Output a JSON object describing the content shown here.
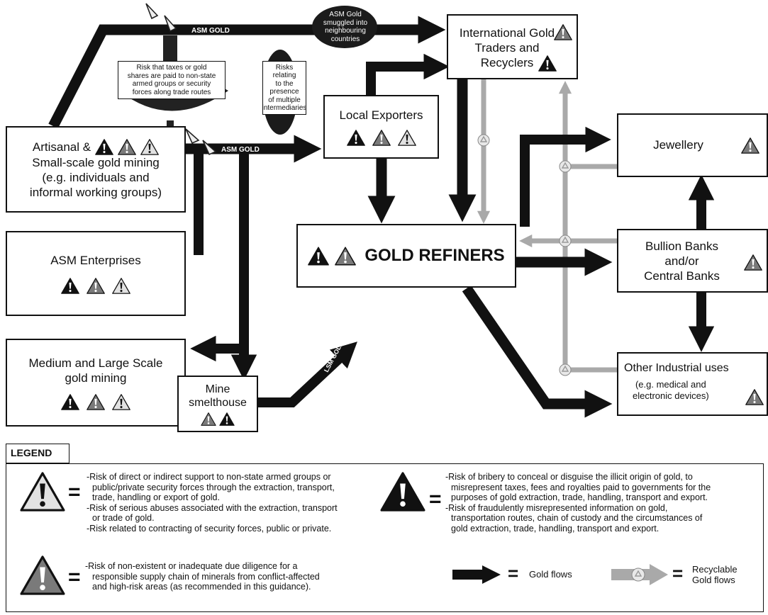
{
  "nodes": {
    "asm_mining": [
      "Artisanal &",
      "Small-scale gold mining",
      "(e.g. individuals and",
      "informal working groups)"
    ],
    "asm_enterprises": "ASM Enterprises",
    "medium_large": [
      "Medium and Large Scale",
      "gold mining"
    ],
    "smelthouse": [
      "Mine",
      "smelthouse"
    ],
    "local_exporters": "Local Exporters",
    "international": [
      "International Gold",
      "Traders and",
      "Recyclers"
    ],
    "refiners": "GOLD REFINERS",
    "jewellery": "Jewellery",
    "bullion": [
      "Bullion Banks",
      "and/or",
      "Central Banks"
    ],
    "industrial": "Other Industrial uses",
    "industrial_sub": [
      "(e.g. medical and",
      "electronic devices)"
    ]
  },
  "flow_labels": {
    "asm_gold_top": "ASM GOLD",
    "asm_gold_mid": "ASM GOLD",
    "lsm_gold": "LSM GOLD"
  },
  "risk_notes": {
    "taxes": [
      "Risk that taxes or gold",
      "shares are paid to non-state",
      "armed groups or security",
      "forces along trade routes"
    ],
    "intermediaries": [
      "Risks",
      "relating",
      "to the",
      "presence",
      "of multiple",
      "intermediaries"
    ],
    "smuggled": [
      "ASM Gold",
      "smuggled into",
      "neighbouring",
      "countries"
    ]
  },
  "legend": {
    "title": "LEGEND",
    "light_risk": [
      "-Risk of direct or indirect support to non-state armed groups or",
      "public/private security forces through the extraction, transport,",
      "trade, handling or export of gold.",
      "-Risk of serious abuses associated with the extraction, transport",
      "or trade of gold.",
      "-Risk related to contracting of security forces, public or private."
    ],
    "dark_risk": [
      "-Risk of bribery to conceal or disguise the illicit origin of gold, to",
      "misrepresent taxes, fees and royalties paid to governments for the",
      "purposes of gold extraction, trade, handling, transport and export.",
      "-Risk of fraudulently misrepresented information on gold,",
      "transportation routes, chain of custody and the circumstances of",
      "gold extraction, trade, handling, transport and export."
    ],
    "grey_risk": [
      "-Risk of non-existent or inadequate due diligence for a",
      "responsible supply chain of minerals from conflict-affected",
      "and high-risk areas (as recommended in this guidance)."
    ],
    "equals": "=",
    "gold_flows": "Gold flows",
    "recyclable": [
      "Recyclable",
      "Gold flows"
    ]
  },
  "colors": {
    "light_warning": "#e2e2e2",
    "dark_warning": "#111111",
    "grey_warning": "#7a7a7a",
    "gold_flow": "#111111",
    "recycle_flow": "#a9a9a9"
  }
}
